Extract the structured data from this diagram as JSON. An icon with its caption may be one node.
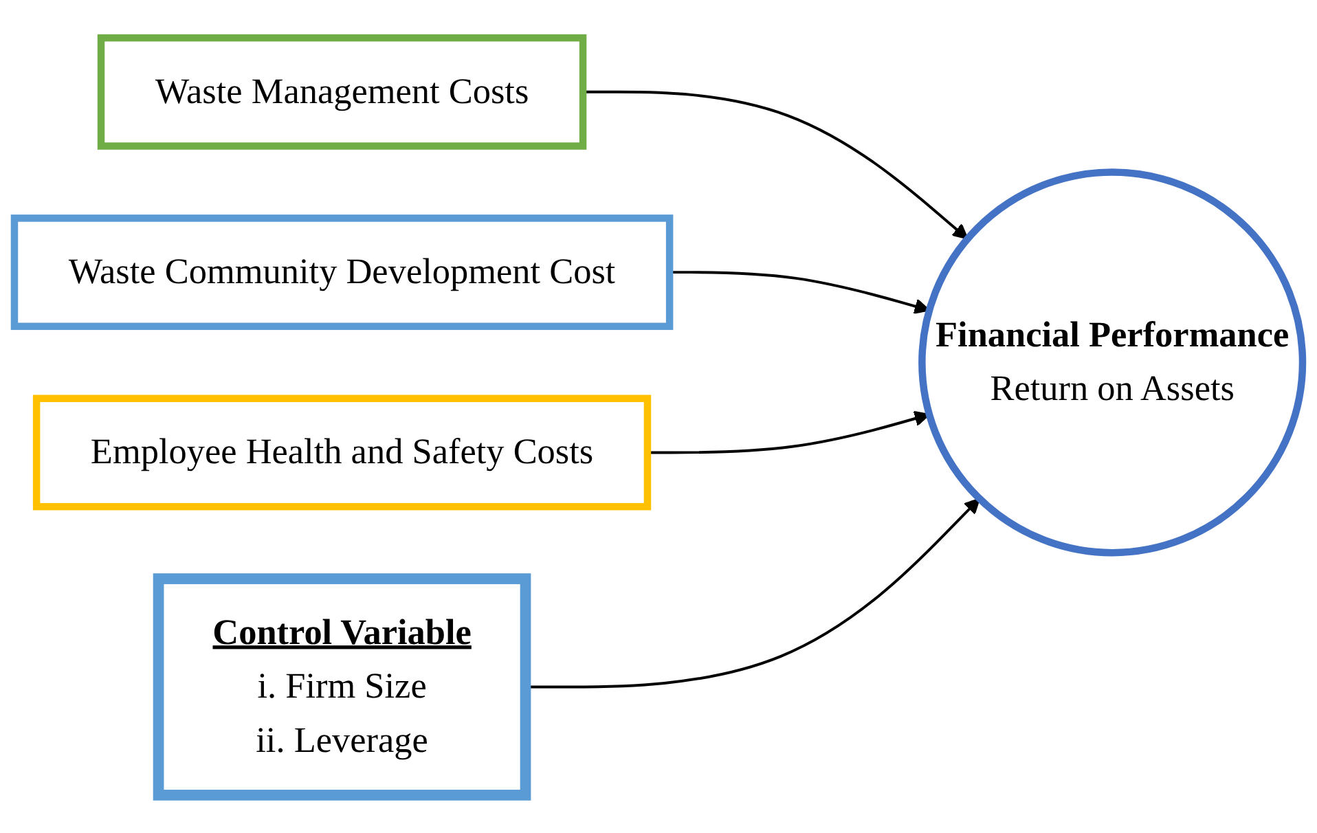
{
  "diagram": {
    "nodes": [
      {
        "text": [
          "Waste Management Costs"
        ]
      },
      {
        "text": [
          "Waste Community Development Cost"
        ]
      },
      {
        "text": [
          "Employee Health and Safety Costs"
        ]
      },
      {
        "text": [
          "Control Variable",
          "i. Firm Size",
          "ii. Leverage"
        ]
      },
      {
        "text": [
          "Financial Performance",
          "Return on Assets"
        ]
      }
    ],
    "edges": [
      {
        "from": 0,
        "to": 4,
        "arrow": "to"
      },
      {
        "from": 1,
        "to": 4,
        "arrow": "to"
      },
      {
        "from": 2,
        "to": 4,
        "arrow": "to"
      },
      {
        "from": 3,
        "to": 4,
        "arrow": "to"
      }
    ]
  }
}
